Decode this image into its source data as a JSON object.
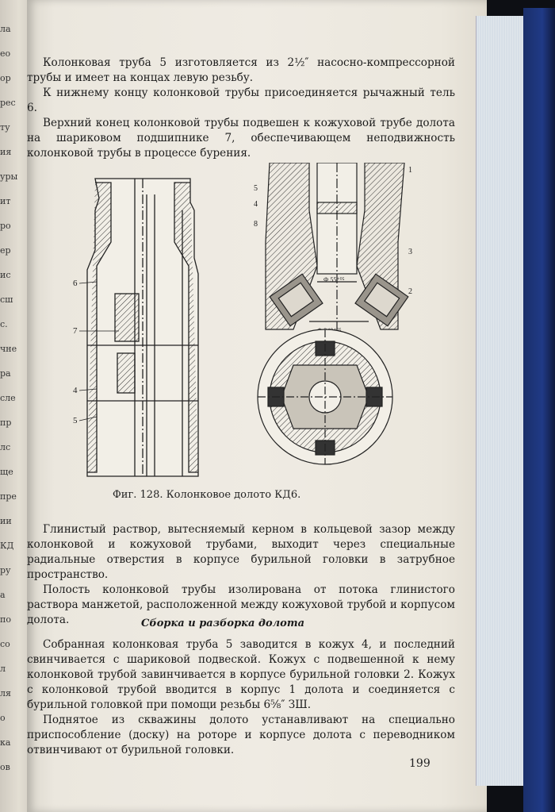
{
  "left_fragments": [
    "ла",
    "ео",
    "ор",
    "рес",
    "ту",
    "ия",
    "уры",
    "ит",
    "ро",
    "ер",
    "ис",
    "сш",
    "с.",
    "чне",
    "ра",
    "сле",
    "пр",
    "лс",
    "ще",
    "пре",
    "ии",
    "КД",
    "ру",
    "а",
    "по",
    "со",
    "л",
    "ля",
    "о",
    "ка",
    "ов"
  ],
  "paragraphs_top": [
    "Колонковая труба 5 изготовляется из 2½″ насосно-компрессорной трубы и имеет на концах левую резьбу.",
    "К нижнему концу колонковой трубы присоединяется рычажный тель 6.",
    "Верхний конец колонковой трубы подвешен к кожуховой трубе долота на шариковом подшипнике 7, обеспечивающем неподвижность колонковой трубы в процессе бурения."
  ],
  "figure_labels_left": [
    "6",
    "7",
    "4",
    "5"
  ],
  "figure_labels_right_left": [
    "5",
    "4",
    "8"
  ],
  "figure_labels_right_right": [
    "1",
    "3",
    "2"
  ],
  "figure_dim_labels": [
    "Ф 55⁺⁰⁵",
    "Ф 240⁺⁰⁵"
  ],
  "caption": "Фиг. 128. Колонковое долото КД6.",
  "paragraphs_bottom": [
    "Глинистый раствор, вытесняемый керном в кольцевой зазор между колонковой и кожуховой трубами, выходит через специальные радиальные отверстия в корпусе бурильной головки в затрубное пространство.",
    "Полость колонковой трубы изолирована от потока глинистого раствора манжетой, расположенной между кожуховой трубой и корпусом долота."
  ],
  "section_title": "Сборка и разборка долота",
  "paragraphs_assembly": [
    "Собранная колонковая труба 5 заводится в кожух 4, и последний свинчивается с шариковой подвеской. Кожух с подвешенной к нему колонковой трубой завинчивается в корпусе бурильной головки 2. Кожух с колонковой трубой вводится в корпус 1 долота и соединяется с бурильной головкой при помощи резьбы 6⅝″ ЗШ.",
    "Поднятое из скважины долото устанавливают на специально приспособление (доску) на роторе и корпусе долота с переводником отвинчивают от бурильной головки."
  ],
  "page_number": "199",
  "colors": {
    "paper": "#ebe7de",
    "ink": "#1c1c1c",
    "cover": "#203a86"
  }
}
